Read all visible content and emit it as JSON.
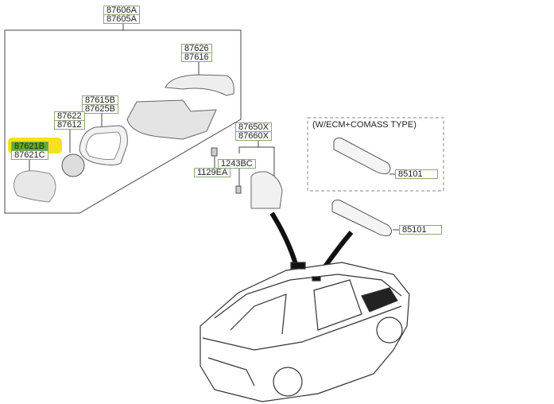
{
  "labels": {
    "assembly": [
      "87606A",
      "87605A"
    ],
    "cover": [
      "87626",
      "87616"
    ],
    "housing": [
      "87615B",
      "87625B"
    ],
    "actuator": [
      "87622",
      "87612"
    ],
    "glass": [
      "87621B",
      "87621C"
    ],
    "inner_cover": [
      "87650X",
      "87660X"
    ],
    "screw_a": "1243BC",
    "screw_b": "1129EA",
    "ecm_mirror": "85101",
    "inside_mirror": "85101"
  },
  "ecm_box_title": "(W/ECM+COMASS TYPE)",
  "highlighted_part": "87621B",
  "colors": {
    "highlight": "#f5e21c",
    "highlight_inner": "#5fae2a",
    "label_border": "#8aa878"
  }
}
